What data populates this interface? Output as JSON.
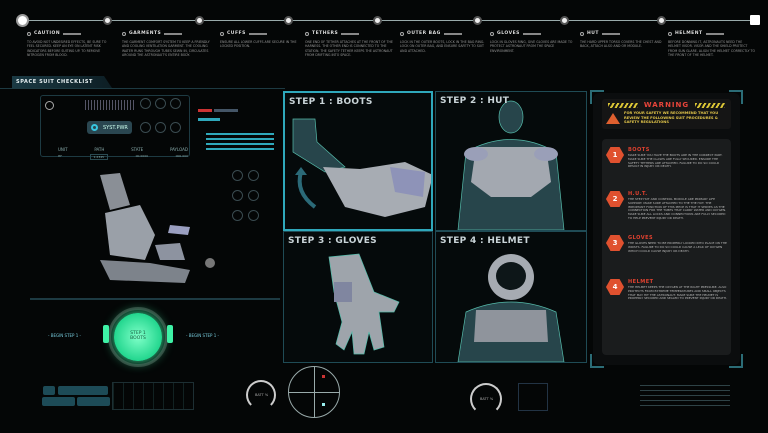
{
  "timeline": {
    "steps": [
      {
        "title": "CAUTION",
        "text": "TO AVOID NOT UNDESIRED EFFECTS, BE SURE TO FEEL SECURED. KEEP AN EYE ON LATENT RISK INDICATORS BEFORE SUITING UP. TO REMOVE NITROGEN FROM BLOOD."
      },
      {
        "title": "GARMENTS",
        "text": "THE GARMENT COMFORT SYSTEM TO KEEP A FRIENDLY AND COOLING VENTILATION GARMENT. THE COOLING WATER RUNS THROUGH TUBES SEWN IN, CIRCULATES AROUND THE ASTRONAUT'S ENTIRE BODY."
      },
      {
        "title": "CUFFS",
        "text": "ENSURE ALL LOWER CUFFS ARE SECURE IN THE LOCKED POSITION."
      },
      {
        "title": "TETHERS",
        "text": "ONE END OF TETHER ATTACHES AT THE FRONT OF THE HARNESS. THE OTHER END IS CONNECTED TO THE STATION. THE SAFETY TETHER KEEPS THE ASTRONAUT FROM DRIFTING INTO SPACE."
      },
      {
        "title": "OUTER BAG",
        "text": "LOCK IN THE OUTER BOOTS, LOCK IN THE BAG RING. LOCK ON OUTER BAG, AND ENSURE SAFETY TO SUIT AND ATTACHED."
      },
      {
        "title": "GLOVES",
        "text": "LOCK IN GLOVES RING, GIVE GLOVES ARE MADE TO PROTECT ASTRONAUT FROM THE SPACE ENVIRONMENT."
      },
      {
        "title": "HUT",
        "text": "THE HARD UPPER TORSO COVERS THE CHEST AND BACK, ATTACH ALSO AND OR MODULE."
      },
      {
        "title": "HELMENT",
        "text": "BEFORE DONNING IT, ASTRONAUTS NEED THE HELMET VISOR. VISOR AND THE SHIELD PROTECT FROM SUN GLARE. ALIGN THE HELMET CORRECTLY TO THE FRONT OF THE HELMET."
      }
    ]
  },
  "checklist": {
    "title": "SPACE SUIT CHECKLIST",
    "sys_button": "SYST.PWR",
    "cols": [
      "UNIT",
      "PATH",
      "STATE",
      "PAYLOAD"
    ],
    "vals": [
      "HF",
      "1.2345",
      "00.0000",
      "000.000"
    ]
  },
  "steps": [
    {
      "label": "STEP 1 : BOOTS",
      "selected": true
    },
    {
      "label": "STEP 2 : HUT"
    },
    {
      "label": "STEP 3 : GLOVES"
    },
    {
      "label": "STEP 4 : HELMET"
    }
  ],
  "warning": {
    "title": "WARNING",
    "subtitle": "FOR YOUR SAFETY WE RECOMMEND THAT YOU REVIEW THE FOLLOWING SUIT PROCEDURES & SAFETY REGULATIONS",
    "items": [
      {
        "num": "1",
        "title": "BOOTS",
        "text": "MAKE SURE YOU HAVE THE BOOTS ARE IN THE CORRECT PART. MAKE SURE THE CLASPS ARE FULLY SECURED. ENSURE THE SAFETY TETHERS ARE ATTACHED. FAILURE TO DO SO COULD RESULT IN INJURY OR DEATH."
      },
      {
        "num": "2",
        "title": "H.U.T.",
        "text": "THE STEP HUT AND CONTROL MODULE ARE PRIMARY LIFE SUPPORT. MAKE SURE ATTACHED TO THE THE HUT. THE IMPORTANT FUNCTION OF THIS PIECE IS THAT IT SERVES AS THE CONNECTION FOR THE TUBES THAT CARRY WATER AND OXYGEN. MAKE SURE ALL LOCKS AND CONNECTIONS ARE FULLY SECURED TO HELP PREVENT INJURY OR DEATH."
      },
      {
        "num": "3",
        "title": "GLOVES",
        "text": "THE GLOVES NEED TO BE PROPERLY LOCKED INTO PLACE ON THE WRISTS. FAILURE TO DO SO COULD CAUSE A LEAK OF OXYGEN WHICH COULD CAUSE INJURY OR DEATH."
      },
      {
        "num": "4",
        "title": "HELMET",
        "text": "THE HELMET KEEPS THE OXYGEN AT THE RIGHT PRESSURE. ALSO PROTECTS FROM EXTREME TEMPERATURES AND SMALL OBJECTS THAT MAY HIT THE ASTRONAUT. MAKE SURE THE HELMET IS PROPERLY SECURED AND SEALED TO PREVENT INJURY OR DEATH."
      }
    ]
  },
  "control": {
    "center": "STEP 1 BOOTS",
    "left": "- BEGIN STEP 1 -",
    "right": "- BEGIN STEP 1 -",
    "gauge": "BATT %"
  },
  "colors": {
    "accent": "#2fa8bb",
    "warning": "#e0412f",
    "hazard": "#d9c435",
    "glow": "#3ef2a6"
  }
}
